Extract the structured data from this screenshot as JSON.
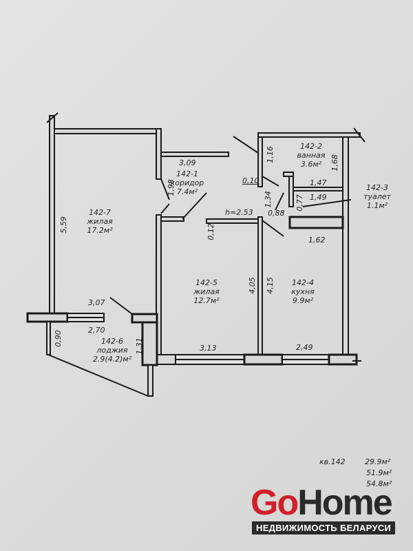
{
  "rooms": [
    {
      "id": "142-1",
      "name": "коридор",
      "area": "7.4м²"
    },
    {
      "id": "142-2",
      "name": "ванная",
      "area": "3.6м²"
    },
    {
      "id": "142-3",
      "name": "туалет",
      "area": "1.1м²"
    },
    {
      "id": "142-4",
      "name": "кухня",
      "area": "9.9м²"
    },
    {
      "id": "142-5",
      "name": "жилая",
      "area": "12.7м²"
    },
    {
      "id": "142-6",
      "name": "лоджия",
      "area": "2.9(4.2)м²"
    },
    {
      "id": "142-7",
      "name": "жилая",
      "area": "17.2м²"
    }
  ],
  "dimensions": {
    "d309": "3,09",
    "d198": "1,98",
    "d559": "5,59",
    "d012": "0,12",
    "h": "h=2.53",
    "d116": "1,16",
    "d010": "0,10",
    "d134": "1,34",
    "d088": "0,88",
    "d168": "1,68",
    "d147": "1,47",
    "d149": "1,49",
    "d077": "0,77",
    "d162": "1,62",
    "d307": "3,07",
    "d270": "2,70",
    "d090": "0,90",
    "d131": "1,31",
    "d405": "4,05",
    "d415": "4,15",
    "d313": "3,13",
    "d249": "2,49"
  },
  "summary": {
    "apartment": "кв.142",
    "living": "29.9м²",
    "total": "51.9м²",
    "total_with_loggia": "54.8м²"
  },
  "watermark": {
    "brand_go": "Go",
    "brand_home": "Home",
    "tagline": "НЕДВИЖИМОСТЬ БЕЛАРУСИ",
    "brand_red": "#d0202a",
    "brand_dark": "#2a2a2a"
  }
}
